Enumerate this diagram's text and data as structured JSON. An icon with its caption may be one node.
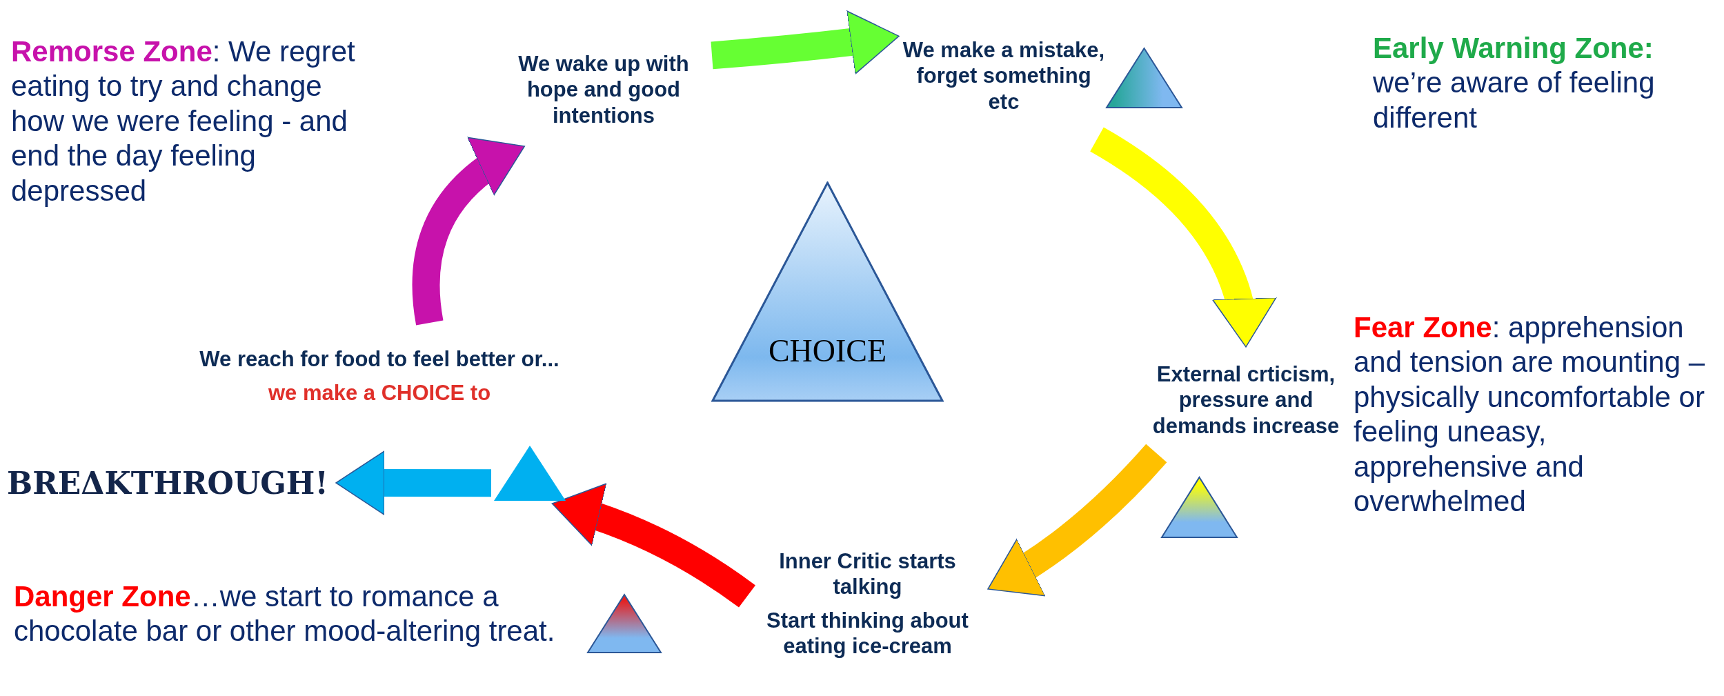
{
  "diagram": {
    "nodes": [
      {
        "text": [
          "We wake up with hope and good intentions"
        ]
      },
      {
        "text": [
          "We make a mistake, forget something etc"
        ]
      },
      {
        "text": [
          "External crticism, pressure and demands increase"
        ]
      },
      {
        "text": [
          "Inner Critic starts talking",
          "Start thinking about eating ice-cream"
        ]
      },
      {
        "text": [
          "We reach for food to feel better or...",
          "we make a CHOICE to"
        ]
      },
      {
        "text": [],
        "shape": "triangle"
      },
      {
        "text": [
          "BREΔKTHROUGH!"
        ]
      },
      {
        "text": [
          "CHOICE"
        ]
      }
    ],
    "edges": [
      {
        "from": 0,
        "to": 1,
        "arrow": "to",
        "color": "#66ff33"
      },
      {
        "from": 1,
        "to": 2,
        "arrow": "to",
        "color": "#ffff00"
      },
      {
        "from": 2,
        "to": 3,
        "arrow": "to",
        "color": "#ffc000"
      },
      {
        "from": 3,
        "to": 5,
        "arrow": "to",
        "color": "#ff0000"
      },
      {
        "from": 4,
        "to": 0,
        "arrow": "to",
        "color": "#c712ab"
      },
      {
        "from": 5,
        "to": 6,
        "arrow": "to",
        "color": "#00b0f0"
      }
    ],
    "labels": [
      "**Remorse Zone**: We regret eating to try and change how we were feeling - and end the day feeling depressed",
      "**Early Warning Zone:** we’re aware of feeling different",
      "**Fear Zone**: apprehension and tension are mounting – physically uncomfortable or feeling uneasy, apprehensive and overwhelmed",
      "**Danger Zone**…we start to romance a chocolate bar or other mood-altering treat."
    ]
  }
}
